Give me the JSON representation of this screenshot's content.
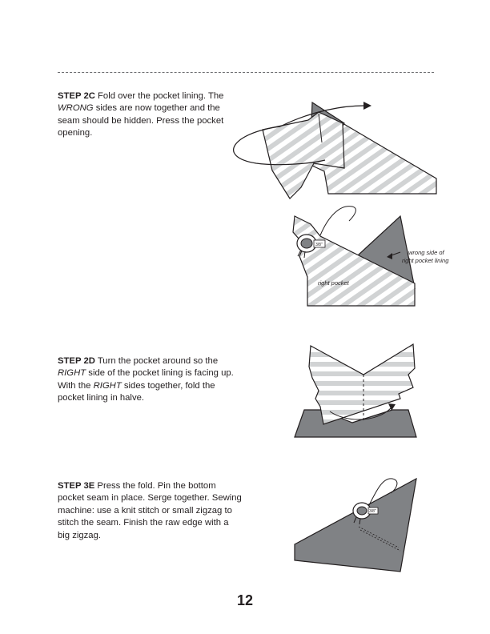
{
  "steps": [
    {
      "id": "STEP 2C",
      "parts": [
        " Fold over the pocket lining. The ",
        "WRONG",
        " sides are now together and the seam should be hidden. Press the pocket opening."
      ]
    },
    {
      "id": "STEP 2D",
      "parts": [
        " Turn the pocket around so the ",
        "RIGHT",
        " side of the pocket lining is facing up. With the ",
        "RIGHT",
        " sides together, fold the pocket lining in halve."
      ]
    },
    {
      "id": "STEP 3E",
      "text": " Press the fold. Pin the bottom pocket seam in place. Serge together. Sewing machine: use a knit stitch or small zigzag to stitch the seam. Finish the raw edge with a big zigzag."
    }
  ],
  "labels": {
    "wrong_side_line1": "wrong side of",
    "wrong_side_line2": "right pocket lining",
    "right_pocket": "right pocket",
    "bobbin": "3/8\""
  },
  "colors": {
    "lining_gray": "#808285",
    "stripe_light": "#d1d3d4",
    "stroke": "#231f20"
  },
  "page_number": "12"
}
